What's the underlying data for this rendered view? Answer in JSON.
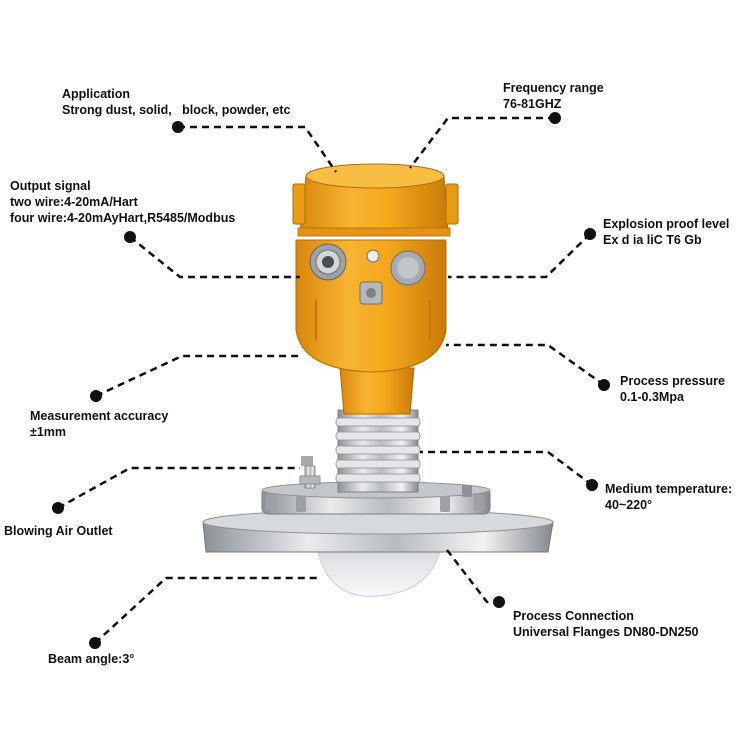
{
  "labels": {
    "application": {
      "title": "Application",
      "value": "Strong dust, solid,   block, powder, etc"
    },
    "frequency": {
      "title": "Frequency range",
      "value": "76-81GHZ"
    },
    "output_signal": {
      "title": "Output signal",
      "line1": "two wire:4-20mA/Hart",
      "line2": "four wire:4-20mAyHart,R5485/Modbus"
    },
    "explosion": {
      "title": "Explosion proof level",
      "value": "Ex d ia liC T6 Gb"
    },
    "pressure": {
      "title": "Process pressure",
      "value": "0.1-0.3Mpa"
    },
    "accuracy": {
      "title": "Measurement accuracy",
      "value": "±1mm"
    },
    "temperature": {
      "title": "Medium temperature:",
      "value": "40~220°"
    },
    "blowing": {
      "title": "Blowing Air Outlet"
    },
    "connection": {
      "title": "Process Connection",
      "value": "Universal Flanges DN80-DN250"
    },
    "beam": {
      "title": "Beam angle:3°"
    }
  },
  "colors": {
    "housing": "#F5A81C",
    "housing_dark": "#D98A0E",
    "steel": "#C9CCCF",
    "steel_dark": "#8E9296",
    "leader": "#111111",
    "dome": "#EEF0F2"
  }
}
